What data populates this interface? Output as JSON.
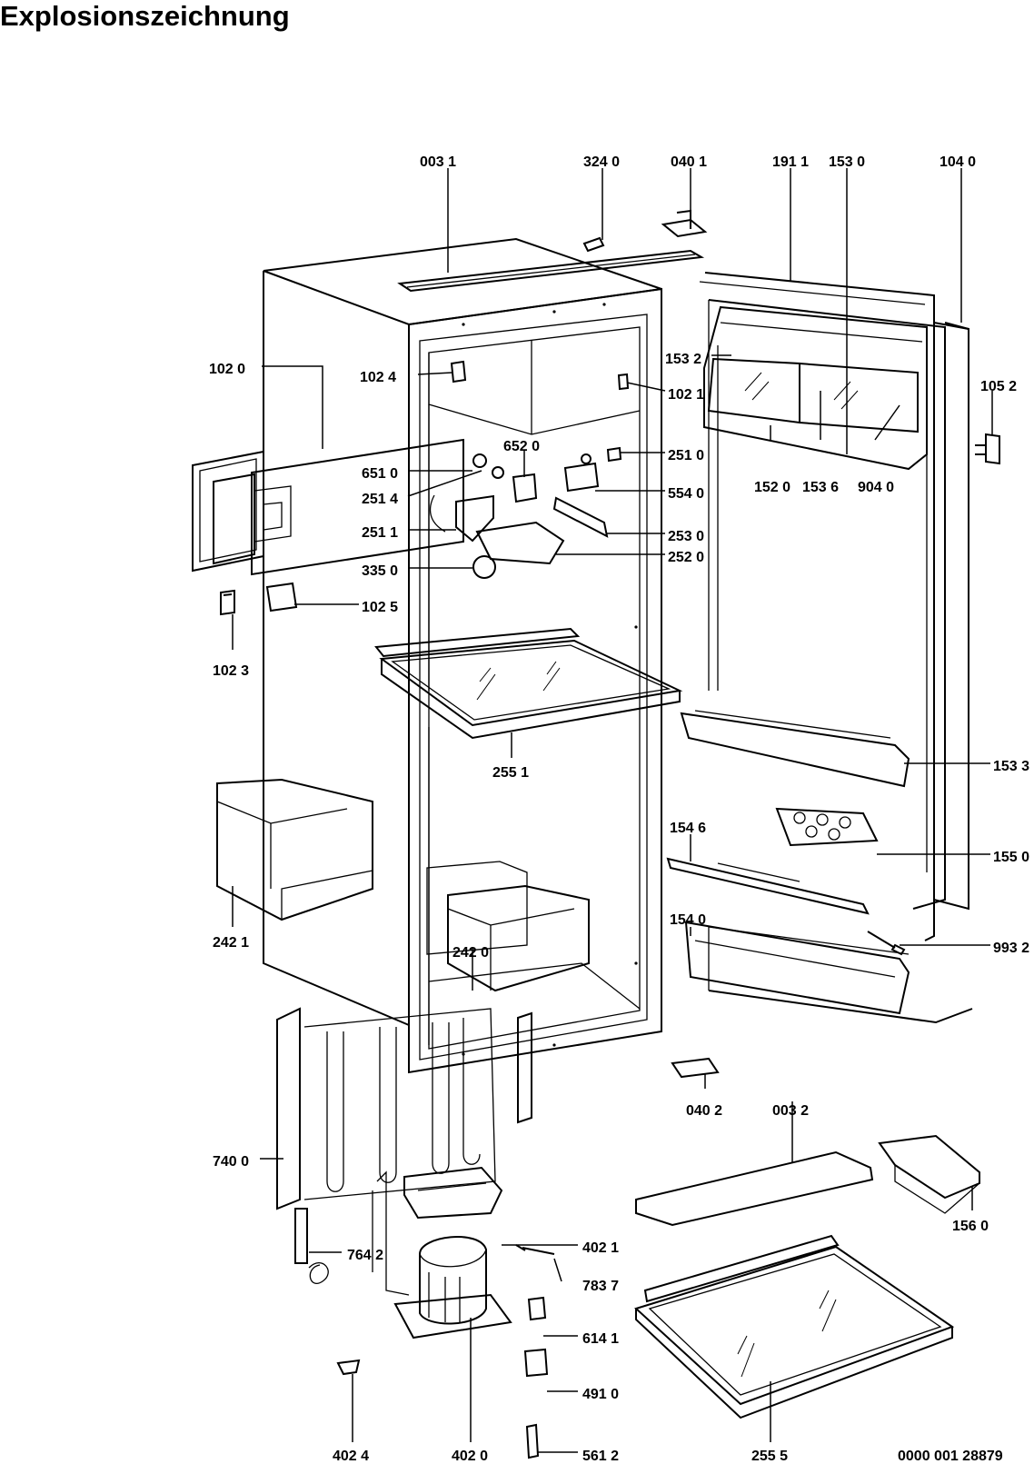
{
  "title": "Explosionszeichnung",
  "drawing_number": "0000 001 28879",
  "parts": [
    {
      "id": "003_1",
      "label": "003 1"
    },
    {
      "id": "324_0",
      "label": "324 0"
    },
    {
      "id": "040_1",
      "label": "040 1"
    },
    {
      "id": "191_1",
      "label": "191 1"
    },
    {
      "id": "153_0",
      "label": "153 0"
    },
    {
      "id": "104_0",
      "label": "104 0"
    },
    {
      "id": "102_0",
      "label": "102 0"
    },
    {
      "id": "102_4",
      "label": "102 4"
    },
    {
      "id": "153_2",
      "label": "153 2"
    },
    {
      "id": "102_1",
      "label": "102 1"
    },
    {
      "id": "105_2",
      "label": "105 2"
    },
    {
      "id": "652_0",
      "label": "652 0"
    },
    {
      "id": "251_0",
      "label": "251 0"
    },
    {
      "id": "651_0",
      "label": "651 0"
    },
    {
      "id": "251_4",
      "label": "251 4"
    },
    {
      "id": "554_0",
      "label": "554 0"
    },
    {
      "id": "152_0",
      "label": "152 0"
    },
    {
      "id": "153_6",
      "label": "153 6"
    },
    {
      "id": "904_0",
      "label": "904 0"
    },
    {
      "id": "251_1",
      "label": "251 1"
    },
    {
      "id": "253_0",
      "label": "253 0"
    },
    {
      "id": "335_0",
      "label": "335 0"
    },
    {
      "id": "252_0",
      "label": "252 0"
    },
    {
      "id": "102_5",
      "label": "102 5"
    },
    {
      "id": "102_3",
      "label": "102 3"
    },
    {
      "id": "255_1",
      "label": "255 1"
    },
    {
      "id": "153_3",
      "label": "153 3"
    },
    {
      "id": "154_6",
      "label": "154 6"
    },
    {
      "id": "155_0",
      "label": "155 0"
    },
    {
      "id": "154_0",
      "label": "154 0"
    },
    {
      "id": "242_1",
      "label": "242 1"
    },
    {
      "id": "993_2",
      "label": "993 2"
    },
    {
      "id": "242_0",
      "label": "242 0"
    },
    {
      "id": "040_2",
      "label": "040 2"
    },
    {
      "id": "003_2",
      "label": "003 2"
    },
    {
      "id": "740_0",
      "label": "740 0"
    },
    {
      "id": "156_0",
      "label": "156 0"
    },
    {
      "id": "764_2",
      "label": "764 2"
    },
    {
      "id": "402_1",
      "label": "402 1"
    },
    {
      "id": "783_7",
      "label": "783 7"
    },
    {
      "id": "614_1",
      "label": "614 1"
    },
    {
      "id": "491_0",
      "label": "491 0"
    },
    {
      "id": "402_4",
      "label": "402 4"
    },
    {
      "id": "402_0",
      "label": "402 0"
    },
    {
      "id": "561_2",
      "label": "561 2"
    },
    {
      "id": "255_5",
      "label": "255 5"
    }
  ]
}
